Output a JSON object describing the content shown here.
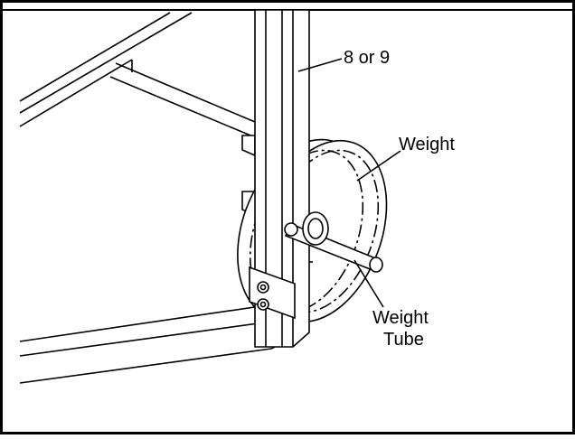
{
  "labels": {
    "part_number": "8 or 9",
    "weight": "Weight",
    "weight_tube_line1": "Weight",
    "weight_tube_line2": "Tube"
  },
  "colors": {
    "line": "#000000",
    "background": "#ffffff"
  }
}
